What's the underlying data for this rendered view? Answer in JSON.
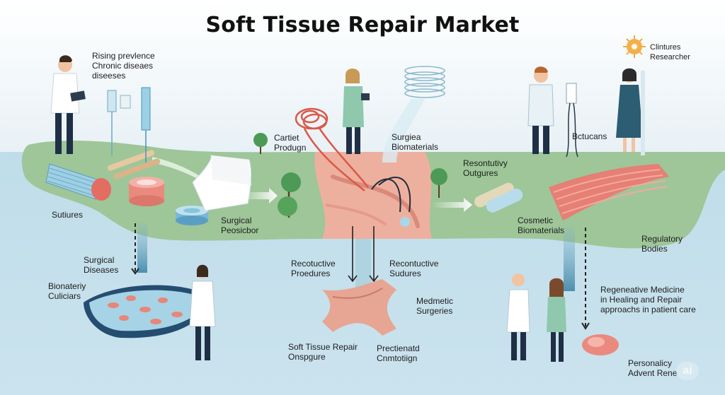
{
  "title": "Soft Tissue Repair Market",
  "colors": {
    "sky": "#f1f6f9",
    "water": "#c6e1ec",
    "land": "#9cc497",
    "tissue": "#e9a592",
    "title_text": "#111111"
  },
  "labels": {
    "rising_prevalence": [
      "Rising prevlence",
      "Chronic diseaes",
      "diseeses"
    ],
    "clinical_research": [
      "Clintures",
      "Researcher"
    ],
    "cartilage_products": [
      "Cartiet",
      "Produgn"
    ],
    "surgical_biomaterials": [
      "Surgiea",
      "Biomaterials"
    ],
    "biotucans": [
      "Bctucans"
    ],
    "reconstructive_surgeries": [
      "Resontutivy",
      "Outgures"
    ],
    "sutures": [
      "Sutiures"
    ],
    "surgical_procedure": [
      "Surgical",
      "Peosicbor"
    ],
    "cosmetic_biomaterials": [
      "Cosmetic",
      "Biomaterials"
    ],
    "regulatory_bodies": [
      "Regulatory",
      "Bodies"
    ],
    "surgical_diseases": [
      "Surgical",
      "Diseases"
    ],
    "biomaterial_cultures": [
      "Bionateriy",
      "Culiciars"
    ],
    "reconstructive_procedures": [
      "Recotuctive",
      "Proedures"
    ],
    "reconstructive_sutures": [
      "Recontuctive",
      "Sudures"
    ],
    "medmetic_surgeries": [
      "Medmetic",
      "Surgeries"
    ],
    "soft_tissue_repair_onspgure": [
      "Soft Tissue Repair",
      "Onspgure"
    ],
    "prectienatd": [
      "Prectienatd",
      "Cnmtotiign"
    ],
    "regenerative_medicine": [
      "Regeneative Medicine",
      "in Healing and Repair",
      "approachs in patient care"
    ],
    "personality_advent": [
      "Personalicy",
      "Advent Rene"
    ]
  },
  "icons": [
    "doctor-figure",
    "iv-drip",
    "sun-icon",
    "coiled-suture",
    "tree",
    "mesh-sheet",
    "tissue-roll",
    "muscle-tissue",
    "surgical-bowl",
    "bone-graft",
    "ai-badge"
  ],
  "badge": "ai"
}
